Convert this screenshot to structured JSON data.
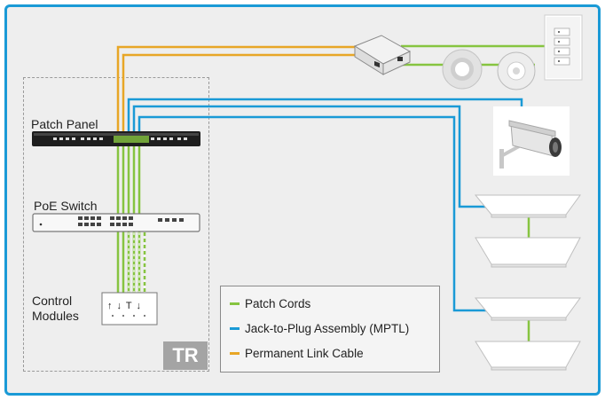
{
  "labels": {
    "patch_panel": "Patch Panel",
    "poe_switch": "PoE Switch",
    "control_modules_line1": "Control",
    "control_modules_line2": "Modules",
    "control_glyphs": "↑ ↓ T ↓",
    "tr": "TR"
  },
  "legend": {
    "patch_cords": "Patch Cords",
    "mptl": "Jack-to-Plug Assembly (MPTL)",
    "permanent_link": "Permanent Link Cable"
  },
  "colors": {
    "patch_cord": "#86c440",
    "mptl": "#1a9ad6",
    "permanent_link": "#e8a626",
    "frame": "#1a9ad6",
    "background": "#eeeeee"
  },
  "devices": [
    {
      "icon": "patch-panel-icon"
    },
    {
      "icon": "poe-switch-icon"
    },
    {
      "icon": "control-module-icon"
    },
    {
      "icon": "poe-splitter-icon"
    },
    {
      "icon": "occupancy-sensor-icon"
    },
    {
      "icon": "daylight-sensor-icon"
    },
    {
      "icon": "wall-keypad-icon"
    },
    {
      "icon": "security-camera-icon"
    },
    {
      "icon": "led-panel-light-icon"
    }
  ]
}
